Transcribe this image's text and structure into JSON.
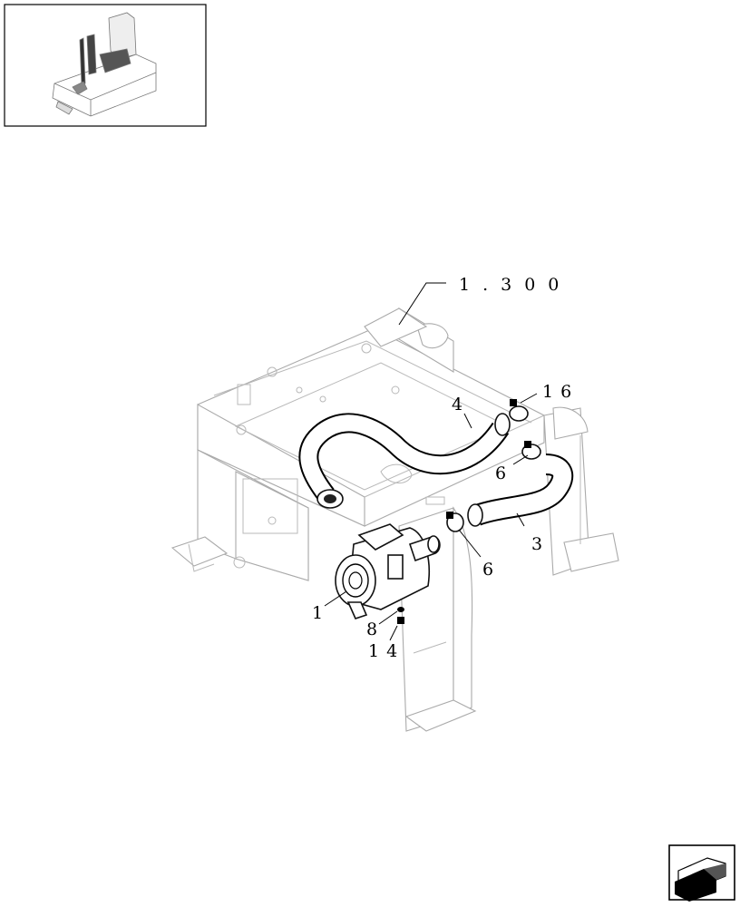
{
  "reference_label": "1.300",
  "callouts": [
    {
      "id": "c1",
      "text": "1"
    },
    {
      "id": "c3",
      "text": "3"
    },
    {
      "id": "c4",
      "text": "4"
    },
    {
      "id": "c6a",
      "text": "6"
    },
    {
      "id": "c6b",
      "text": "6"
    },
    {
      "id": "c8",
      "text": "8"
    },
    {
      "id": "c14",
      "text": "14"
    },
    {
      "id": "c16",
      "text": "16"
    }
  ]
}
